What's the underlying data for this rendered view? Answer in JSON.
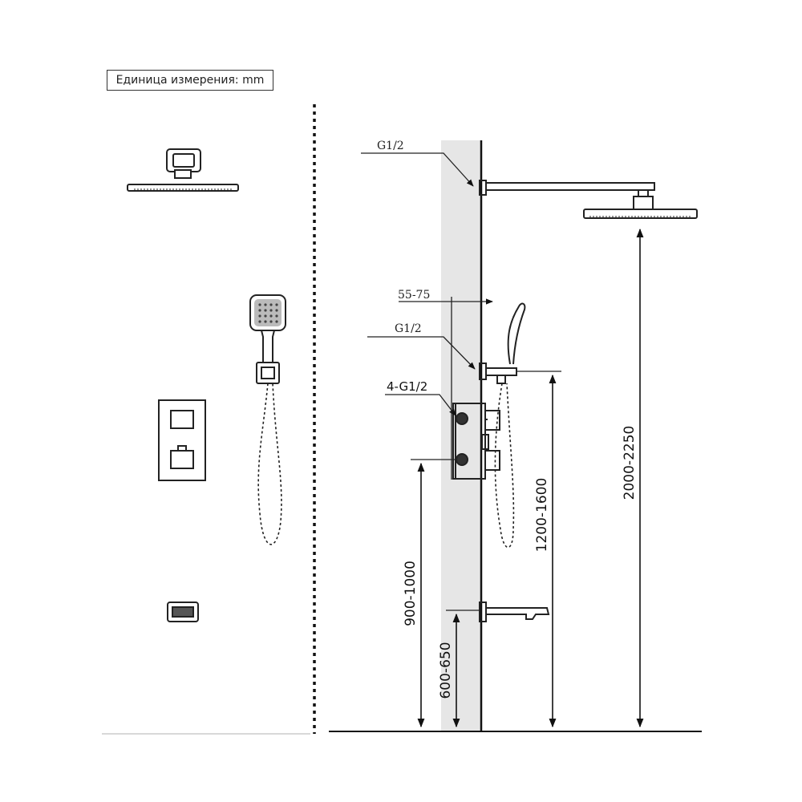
{
  "unit_label": "Единица измерения: mm",
  "callouts": {
    "overhead_inlet": "G1/2",
    "wall_depth": "55-75",
    "hand_shower_inlet": "G1/2",
    "valve_inlets": "4-G1/2"
  },
  "dimensions": {
    "valve_height": "900-1000",
    "spout_height": "600-650",
    "hand_shower_height": "1200-1600",
    "head_height": "2000-2250"
  }
}
